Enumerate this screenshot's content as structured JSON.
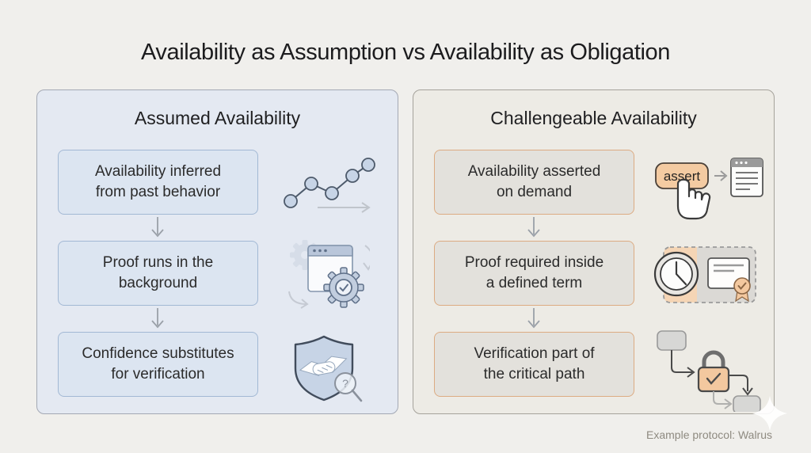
{
  "title": "Availability as Assumption vs Availability as Obligation",
  "panels": {
    "left": {
      "heading": "Assumed Availability",
      "steps": [
        {
          "lines": [
            "Availability inferred",
            "from past behavior"
          ],
          "icon": "trend-line-chart-icon"
        },
        {
          "lines": [
            "Proof runs in the",
            "background"
          ],
          "icon": "background-process-gears-icon"
        },
        {
          "lines": [
            "Confidence substitutes",
            "for verification"
          ],
          "icon": "trust-shield-handshake-icon"
        }
      ]
    },
    "right": {
      "heading": "Challengeable Availability",
      "assert_label": "assert",
      "steps": [
        {
          "lines": [
            "Availability asserted",
            "on demand"
          ],
          "icon": "assert-button-click-icon"
        },
        {
          "lines": [
            "Proof required inside",
            "a defined term"
          ],
          "icon": "clock-certificate-term-icon"
        },
        {
          "lines": [
            "Verification part of",
            "the critical path"
          ],
          "icon": "critical-path-lock-icon"
        }
      ]
    }
  },
  "footer": {
    "caption": "Example protocol: Walrus"
  },
  "colors": {
    "page_bg": "#f0efec",
    "left_panel_bg": "#e4e9f2",
    "left_box_bg": "#dce5f1",
    "left_box_border": "#a2b8d4",
    "right_panel_bg": "#edebe5",
    "right_box_bg": "#e3e1dc",
    "right_box_border": "#dcab82",
    "accent_orange": "#f3c89f",
    "icon_blue": "#c7d4e6",
    "arrow_gray": "#9aa0a8"
  }
}
